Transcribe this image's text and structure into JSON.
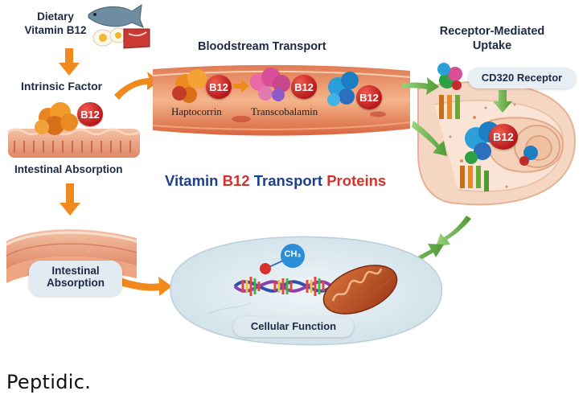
{
  "labels": {
    "dietary_line1": "Dietary",
    "dietary_line2": "Vitamin B12",
    "intrinsic_factor": "Intrinsic Factor",
    "intestinal_absorption_top": "Intestinal Absorption",
    "intestinal_absorption_line1": "Intestinal",
    "intestinal_absorption_line2": "Absorption",
    "bloodstream_transport": "Bloodstream Transport",
    "haptocorrin": "Haptocorrin",
    "transcobalamin": "Transcobalamin",
    "receptor_line1": "Receptor-Mediated",
    "receptor_line2": "Uptake",
    "cd320_receptor": "CD320 Receptor",
    "cellular_function": "Cellular Function",
    "methyl": "CH₃"
  },
  "title": {
    "part1": "Vitamin ",
    "part2": "B12",
    "part3": " Transport ",
    "part4": "Proteins"
  },
  "badges": {
    "b12": "B12"
  },
  "brand": "Peptidic.",
  "colors": {
    "navy": "#1c3f8f",
    "red": "#d8312b",
    "orange_arrow": "#f08a1e",
    "green_arrow": "#58a83c"
  }
}
